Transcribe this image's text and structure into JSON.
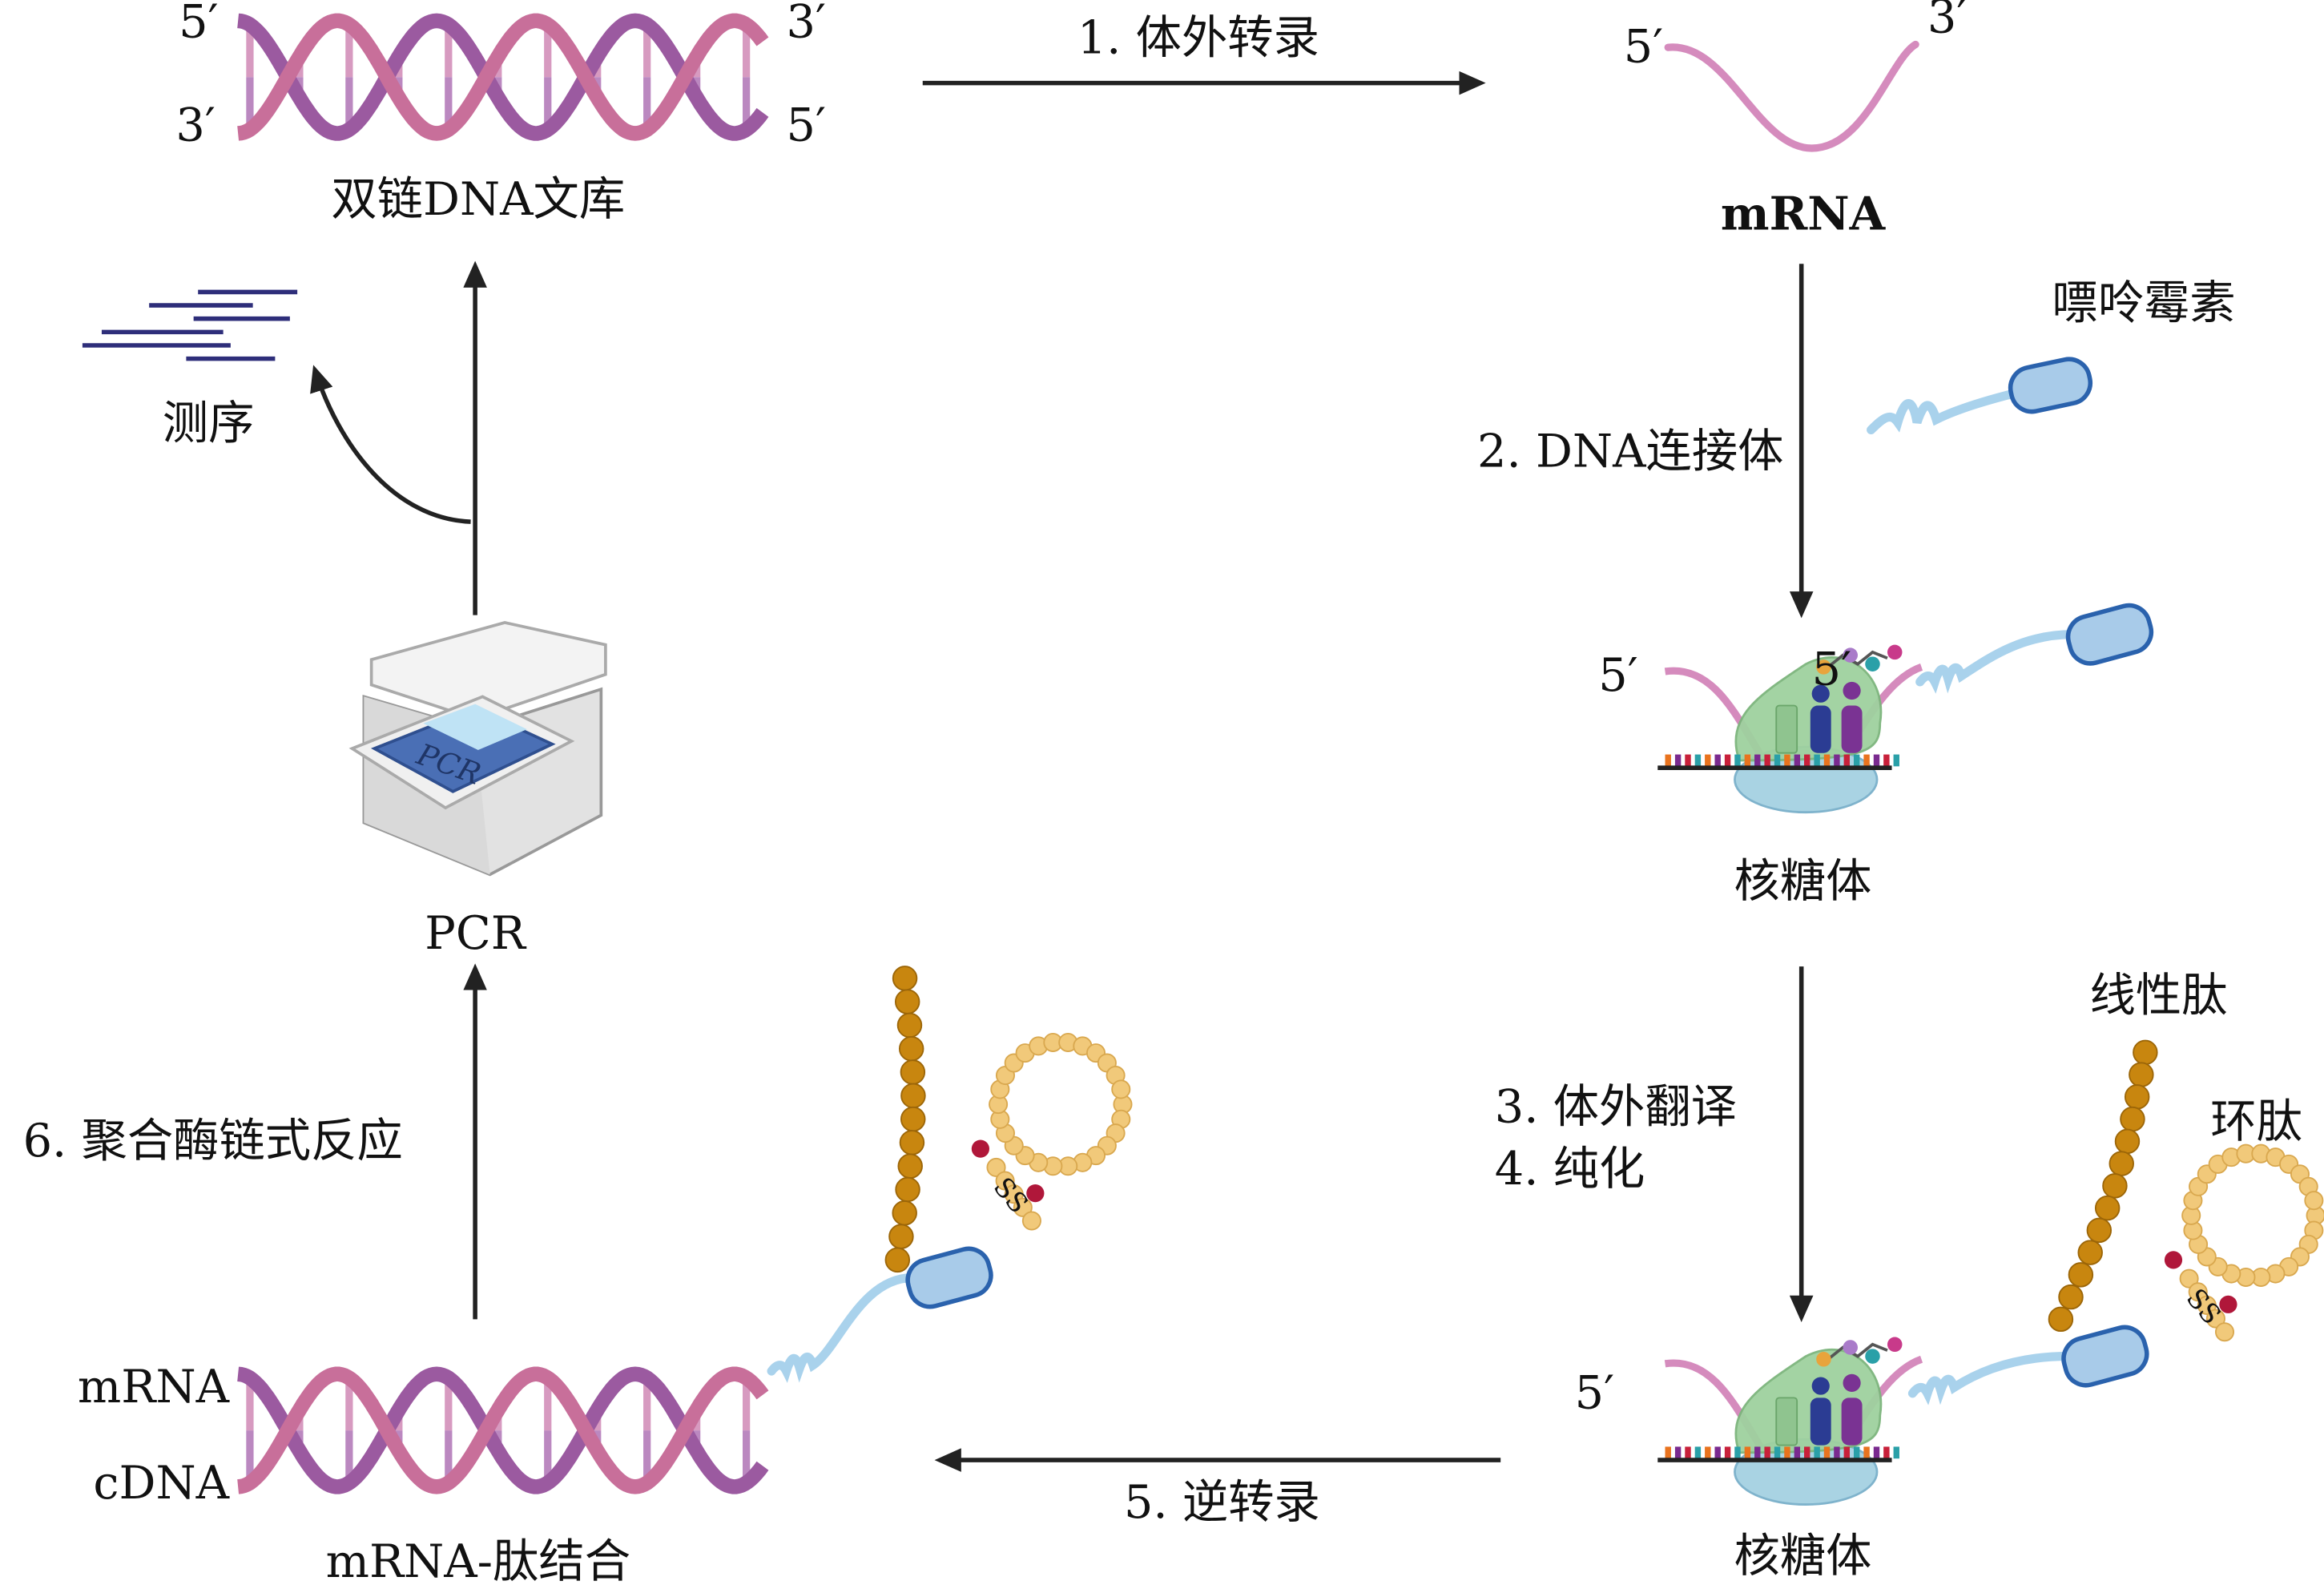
{
  "library": {
    "label": "双链DNA文库",
    "top_left": "5′",
    "bottom_left": "3′",
    "top_right": "3′",
    "bottom_right": "5′"
  },
  "step1": {
    "label": "1. 体外转录"
  },
  "mrna": {
    "label": "mRNA",
    "end5": "5′",
    "end3": "3′"
  },
  "step2": {
    "label": "2. DNA连接体"
  },
  "puromycin": {
    "label": "嘌呤霉素"
  },
  "ribosome1": {
    "label": "核糖体",
    "end5": "5′",
    "inner5": "5′"
  },
  "step34": {
    "line1": "3. 体外翻译",
    "line2": "4. 纯化"
  },
  "linear_peptide": {
    "label": "线性肽"
  },
  "cyclic_peptide": {
    "label": "环肽",
    "bond": "SS"
  },
  "ribosome2": {
    "label": "核糖体",
    "end5": "5′"
  },
  "step5": {
    "label": "5. 逆转录"
  },
  "conjugate": {
    "label": "mRNA-肽结合",
    "strand1": "mRNA",
    "strand2": "cDNA",
    "bond": "SS"
  },
  "step6": {
    "label": "6. 聚合酶链式反应"
  },
  "pcr": {
    "label": "PCR",
    "screen_text": "PCR"
  },
  "sequencing": {
    "label": "测序"
  },
  "colors": {
    "pink": "#c86f9a",
    "purple": "#9b5aa0",
    "linker": "#a9d2ec",
    "capsule": "#a8cbe9",
    "capsule_stroke": "#2a62ad",
    "bead_dark": "#c8860f",
    "bead_light": "#f1c97a",
    "ribo_green": "#9fd19f",
    "ribo_blue": "#a9d3e3",
    "seq_line": "#2e2e7a"
  }
}
